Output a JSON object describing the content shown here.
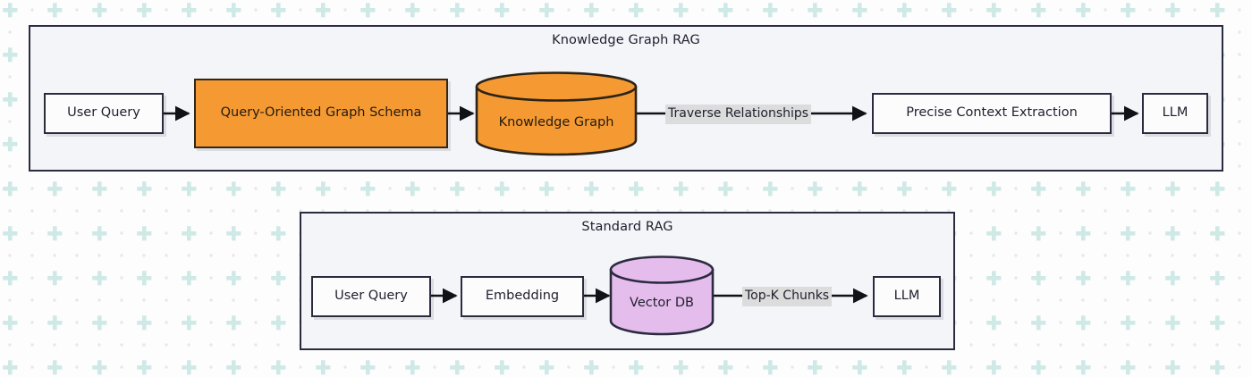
{
  "diagram": {
    "title_hidden": "",
    "background": {
      "plus_color": "#cfe9e6",
      "dot_color": "#e9eaee",
      "canvas_color": "#fdfdfd"
    },
    "colors": {
      "node_border": "#2b2b40",
      "node_fill": "#fdfcfd",
      "subgraph_fill": "#f4f5f9",
      "orange_fill": "#f59a33",
      "orange_border": "#33271a",
      "purple_fill": "#e5bdec",
      "purple_border": "#2b2b40",
      "edge_label_bg": "#dcdcdc",
      "text": "#1f1f2e"
    },
    "subgraphs": [
      {
        "id": "kg-rag",
        "title": "Knowledge Graph RAG",
        "nodes": [
          {
            "id": "kg-user-query",
            "label": "User Query",
            "shape": "rect",
            "style": "plain"
          },
          {
            "id": "kg-schema",
            "label": "Query-Oriented Graph Schema",
            "shape": "rect",
            "style": "orange"
          },
          {
            "id": "kg-knowledge-graph",
            "label": "Knowledge Graph",
            "shape": "cylinder",
            "style": "orange"
          },
          {
            "id": "kg-precise-context",
            "label": "Precise Context Extraction",
            "shape": "rect",
            "style": "plain"
          },
          {
            "id": "kg-llm",
            "label": "LLM",
            "shape": "rect",
            "style": "plain"
          }
        ],
        "edges": [
          {
            "from": "kg-user-query",
            "to": "kg-schema",
            "label": ""
          },
          {
            "from": "kg-schema",
            "to": "kg-knowledge-graph",
            "label": ""
          },
          {
            "from": "kg-knowledge-graph",
            "to": "kg-precise-context",
            "label": "Traverse Relationships"
          },
          {
            "from": "kg-precise-context",
            "to": "kg-llm",
            "label": ""
          }
        ]
      },
      {
        "id": "standard-rag",
        "title": "Standard RAG",
        "nodes": [
          {
            "id": "sr-user-query",
            "label": "User Query",
            "shape": "rect",
            "style": "plain"
          },
          {
            "id": "sr-embedding",
            "label": "Embedding",
            "shape": "rect",
            "style": "plain"
          },
          {
            "id": "sr-vector-db",
            "label": "Vector DB",
            "shape": "cylinder",
            "style": "purple"
          },
          {
            "id": "sr-llm",
            "label": "LLM",
            "shape": "rect",
            "style": "plain"
          }
        ],
        "edges": [
          {
            "from": "sr-user-query",
            "to": "sr-embedding",
            "label": ""
          },
          {
            "from": "sr-embedding",
            "to": "sr-vector-db",
            "label": ""
          },
          {
            "from": "sr-vector-db",
            "to": "sr-llm",
            "label": "Top-K Chunks"
          },
          {
            "from": "sr-llm",
            "to": "",
            "label": ""
          }
        ]
      }
    ],
    "edge_labels": {
      "traverse_relationships": "Traverse Relationships",
      "top_k_chunks": "Top-K Chunks"
    }
  }
}
